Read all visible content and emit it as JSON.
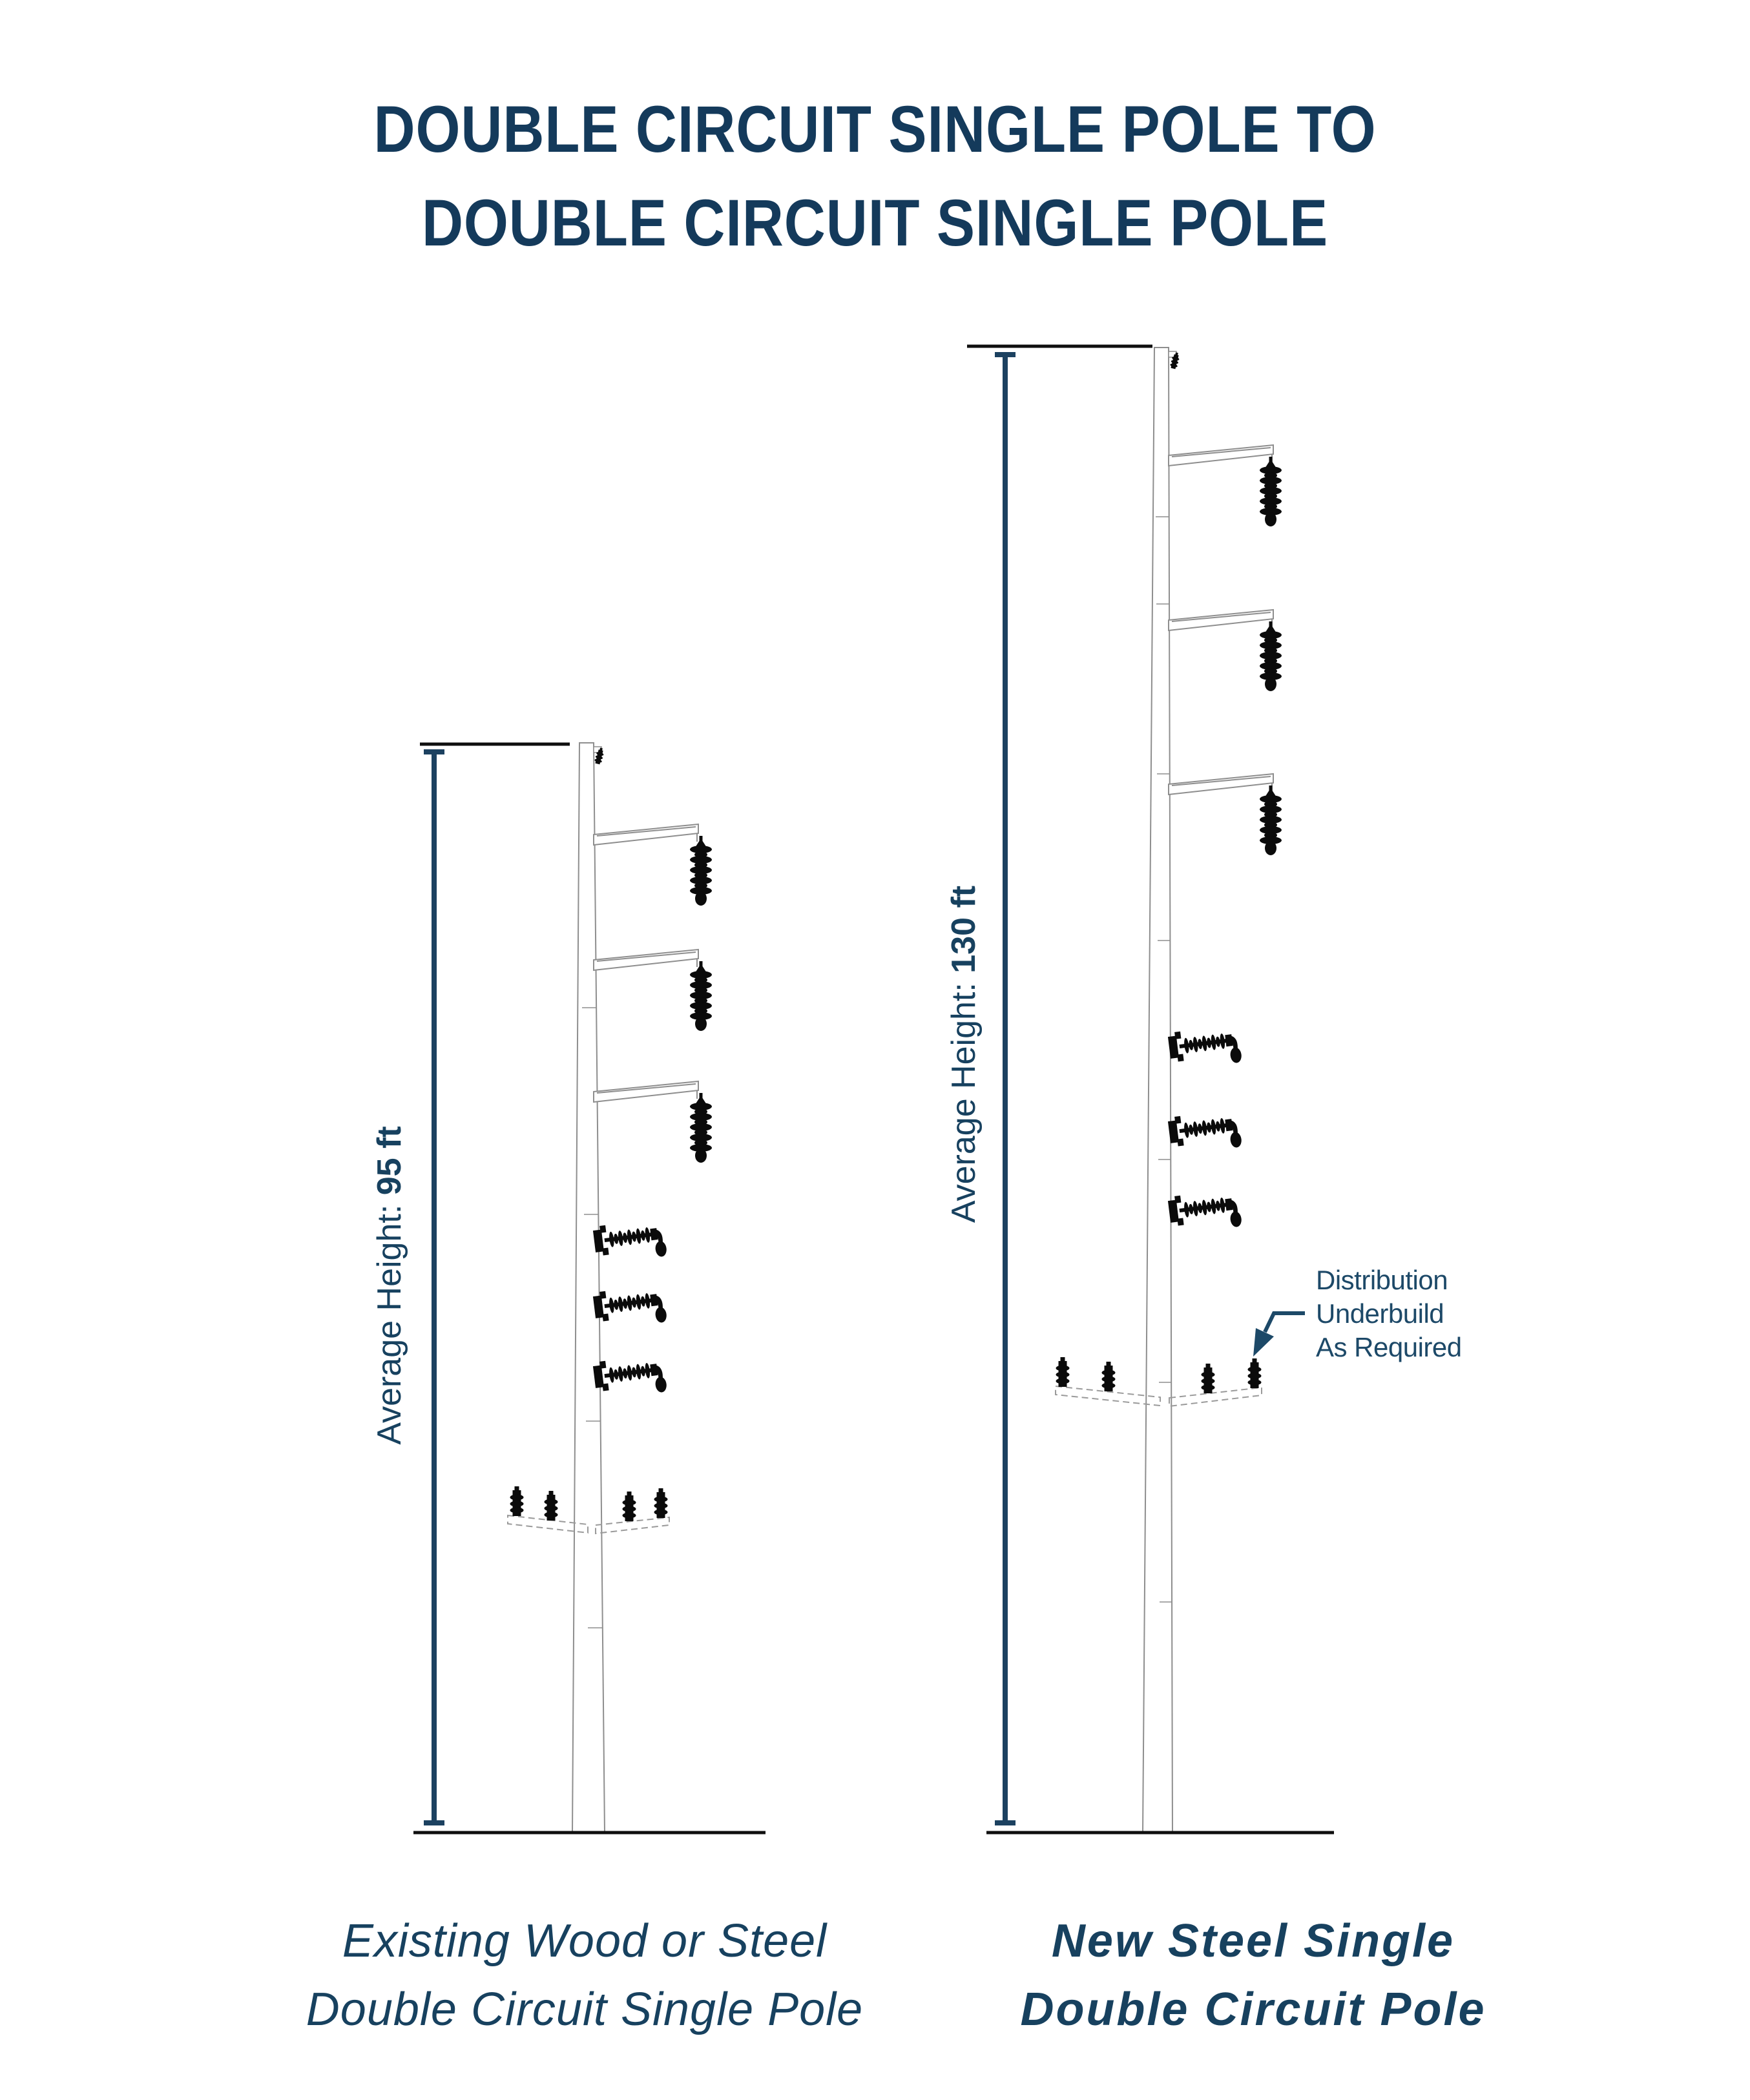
{
  "title": {
    "line1": "DOUBLE CIRCUIT SINGLE POLE TO",
    "line2": "DOUBLE CIRCUIT SINGLE POLE"
  },
  "left_pole": {
    "avg_height_label": "Average Height: ",
    "avg_height_value": "95 ft",
    "caption_line1": "Existing Wood or Steel",
    "caption_line2": "Double Circuit Single Pole"
  },
  "right_pole": {
    "avg_height_label": "Average Height: ",
    "avg_height_value": "130 ft",
    "caption_line1": "New Steel Single",
    "caption_line2": "Double Circuit Pole",
    "callout_line1": "Distribution",
    "callout_line2": "Underbuild",
    "callout_line3": "As Required"
  },
  "colors": {
    "navy_text": "#17415F",
    "navy_line": "#1C4160",
    "ink": "#0F0F0F",
    "pole_outline": "#8E8E8E",
    "insulator_black": "#0B0B0B"
  }
}
